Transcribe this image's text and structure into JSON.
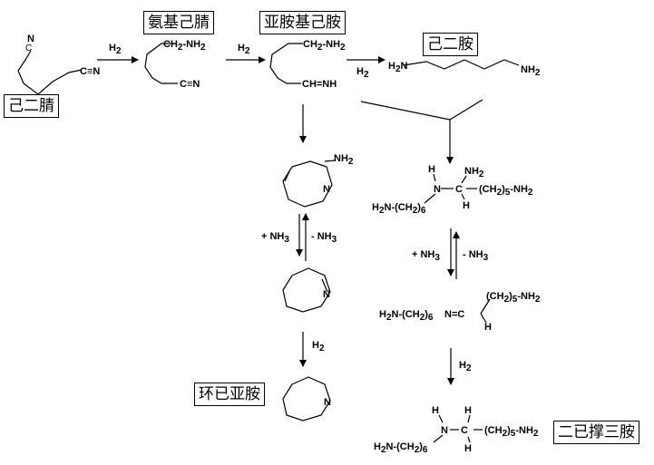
{
  "labels": {
    "adiponitrile": "己二腈",
    "aminocapronitrile": "氨基己腈",
    "iminohexylamine": "亚胺基己胺",
    "hexamethylenediamine": "己二胺",
    "hexamethyleneimine": "环已亚胺",
    "bhmt": "二已撑三胺"
  },
  "reagents": {
    "h2": "H",
    "h2_sub": "2",
    "plus_nh3": "+ NH",
    "minus_nh3": "- NH",
    "nh3_sub": "3"
  },
  "chem": {
    "n": "N",
    "h": "H",
    "c": "C",
    "cn_upper": "N≡C",
    "cn_lower": "C≡N",
    "ch2nh2_a": "CH",
    "ch2nh2_b": "NH",
    "chnh": "CH=NH",
    "h2n": "H",
    "h2n_tail": "N",
    "nh2": "NH",
    "sub2": "2",
    "sub5": "5",
    "sub6": "6",
    "h2n_ch2_6": "H",
    "h2n_ch2_6_rest": "N-(CH",
    "ch2_5_nh2": "(CH",
    "ch2_5_nh2_tail": "-NH",
    "imine_eq": "N=C"
  }
}
